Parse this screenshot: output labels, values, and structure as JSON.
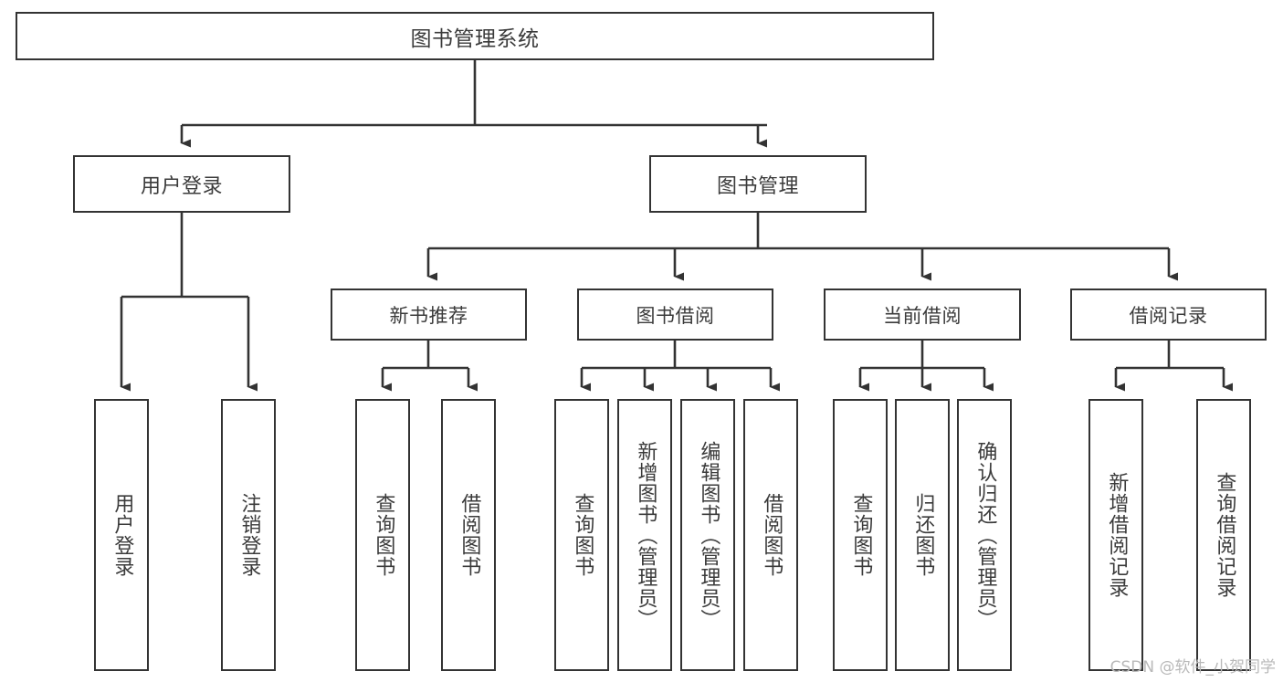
{
  "diagram": {
    "type": "tree-hierarchy",
    "title": "图书管理系统",
    "root": {
      "id": "root",
      "label": "图书管理系统"
    },
    "level1": [
      {
        "id": "user-login",
        "label": "用户登录"
      },
      {
        "id": "book-manage",
        "label": "图书管理"
      }
    ],
    "level2": [
      {
        "id": "new-book-rec",
        "label": "新书推荐",
        "parent": "book-manage"
      },
      {
        "id": "book-borrow",
        "label": "图书借阅",
        "parent": "book-manage"
      },
      {
        "id": "current-borrow",
        "label": "当前借阅",
        "parent": "book-manage"
      },
      {
        "id": "borrow-record",
        "label": "借阅记录",
        "parent": "book-manage"
      }
    ],
    "leaves": [
      {
        "id": "leaf-user-login",
        "label": "用户登录",
        "parent": "user-login"
      },
      {
        "id": "leaf-user-logout",
        "label": "注销登录",
        "parent": "user-login"
      },
      {
        "id": "leaf-query-book-1",
        "label": "查询图书",
        "parent": "new-book-rec"
      },
      {
        "id": "leaf-borrow-book-1",
        "label": "借阅图书",
        "parent": "new-book-rec"
      },
      {
        "id": "leaf-query-book-2",
        "label": "查询图书",
        "parent": "book-borrow"
      },
      {
        "id": "leaf-add-book",
        "label": "新增图书（管理员）",
        "parent": "book-borrow"
      },
      {
        "id": "leaf-edit-book",
        "label": "编辑图书（管理员）",
        "parent": "book-borrow"
      },
      {
        "id": "leaf-borrow-book-2",
        "label": "借阅图书",
        "parent": "book-borrow"
      },
      {
        "id": "leaf-query-book-3",
        "label": "查询图书",
        "parent": "current-borrow"
      },
      {
        "id": "leaf-return-book",
        "label": "归还图书",
        "parent": "current-borrow"
      },
      {
        "id": "leaf-confirm-return",
        "label": "确认归还（管理员）",
        "parent": "current-borrow"
      },
      {
        "id": "leaf-add-record",
        "label": "新增借阅记录",
        "parent": "borrow-record"
      },
      {
        "id": "leaf-query-record",
        "label": "查询借阅记录",
        "parent": "borrow-record"
      }
    ],
    "watermark": "CSDN @软件_小贺同学",
    "colors": {
      "stroke": "#333333",
      "text": "#3b3b3b",
      "background": "#ffffff",
      "watermark": "#b9b9b9"
    }
  }
}
